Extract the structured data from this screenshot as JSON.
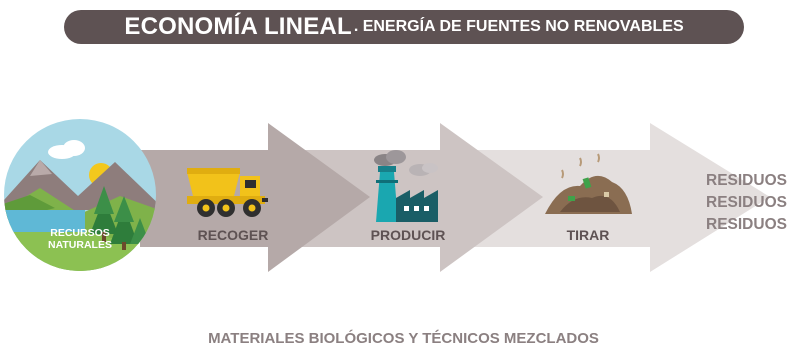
{
  "header": {
    "title_main": "ECONOMÍA LINEAL",
    "title_sub": ". ENERGÍA DE FUENTES NO RENOVABLES"
  },
  "stages": {
    "resources_line1": "RECURSOS",
    "resources_line2": "NATURALES",
    "collect": "RECOGER",
    "produce": "PRODUCIR",
    "discard": "TIRAR"
  },
  "outputs": [
    "RESIDUOS",
    "RESIDUOS",
    "RESIDUOS"
  ],
  "footer": {
    "caption": "MATERIALES BIOLÓGICOS Y TÉCNICOS MEZCLADOS"
  },
  "colors": {
    "title_bg": "#5e5253",
    "arrow_1": "#b5a9a8",
    "arrow_2": "#cdc4c3",
    "arrow_3": "#e4dfde",
    "text_dark": "#5e5253",
    "text_muted": "#8b8081",
    "truck": "#f2c21a",
    "factory": "#1aa7b0"
  },
  "icons": [
    "landscape-icon",
    "dump-truck-icon",
    "factory-icon",
    "waste-pile-icon"
  ]
}
